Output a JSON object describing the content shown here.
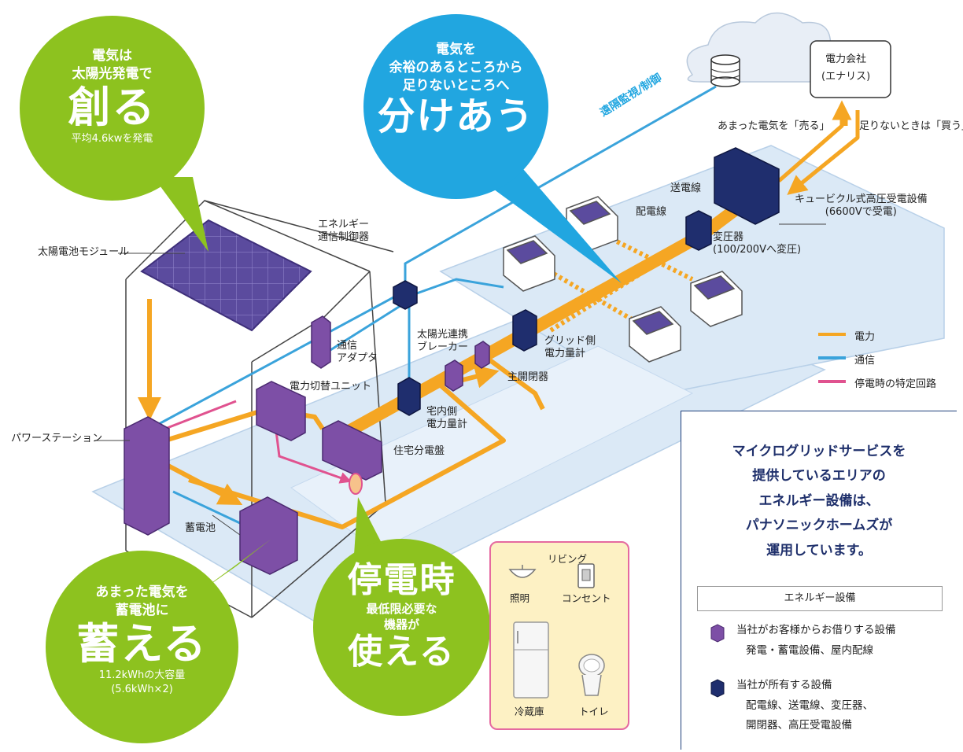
{
  "bubbles": {
    "create": {
      "line1": "電気は",
      "line2": "太陽光発電で",
      "big": "創る",
      "sub": "平均4.6kwを発電"
    },
    "share": {
      "line1": "電気を",
      "line2": "余裕のあるところから",
      "line3": "足りないところへ",
      "big": "分けあう"
    },
    "store": {
      "line1": "あまった電気を",
      "line2": "蓄電池に",
      "big": "蓄える",
      "sub1": "11.2kWhの大容量",
      "sub2": "(5.6kWh×2)"
    },
    "outage": {
      "big1": "停電時",
      "line1": "最低限必要な",
      "line2": "機器が",
      "big2": "使える"
    }
  },
  "labels": {
    "solar_module": "太陽電池モジュール",
    "power_station": "パワーステーション",
    "battery": "蓄電池",
    "comm_adapter_1": "通信",
    "comm_adapter_2": "アダプタ",
    "power_switch_unit": "電力切替ユニット",
    "energy_controller_1": "エネルギー",
    "energy_controller_2": "通信制御器",
    "solar_breaker_1": "太陽光連携",
    "solar_breaker_2": "ブレーカー",
    "main_switch": "主開閉器",
    "grid_meter_1": "グリッド側",
    "grid_meter_2": "電力量計",
    "home_meter_1": "宅内側",
    "home_meter_2": "電力量計",
    "home_panel": "住宅分電盤",
    "distribution_line": "配電線",
    "transmission_line": "送電線",
    "transformer_1": "変圧器",
    "transformer_2": "(100/200Vへ変圧)",
    "cubicle_1": "キュービクル式高圧受電設備",
    "cubicle_2": "(6600Vで受電)",
    "power_company_1": "電力会社",
    "power_company_2": "(エナリス)",
    "remote_monitoring": "遠隔監視/制御",
    "sell": "あまった電気を「売る」",
    "buy": "足りないときは「買う」"
  },
  "legend": {
    "power": "電力",
    "comm": "通信",
    "outage_circuit": "停電時の特定回路"
  },
  "info": {
    "line1": "マイクログリッドサービスを",
    "line2": "提供しているエリアの",
    "line3": "エネルギー設備は、",
    "line4": "パナソニックホームズが",
    "line5": "運用しています。",
    "equipment_title": "エネルギー設備",
    "rented_title": "当社がお客様からお借りする設備",
    "rented_detail": "発電・蓄電設備、屋内配線",
    "owned_title": "当社が所有する設備",
    "owned_detail1": "配電線、送電線、変圧器、",
    "owned_detail2": "開閉器、高圧受電設備"
  },
  "emergency": {
    "living": "リビング",
    "lighting": "照明",
    "outlet": "コンセント",
    "fridge": "冷蔵庫",
    "toilet": "トイレ"
  },
  "colors": {
    "bubble_green": "#8dc21f",
    "bubble_blue": "#21a6e0",
    "power_orange": "#f5a623",
    "comm_blue": "#3aa3db",
    "outage_pink": "#e0528f",
    "rented_purple": "#7d4fa6",
    "owned_navy": "#1f2e6e",
    "ground_blue": "#dbe9f6"
  },
  "icons": [
    "solar-panel-icon",
    "cloud-icon",
    "database-icon",
    "house-icon",
    "ceiling-light-icon",
    "outlet-icon",
    "fridge-icon",
    "toilet-icon",
    "purple-cube-icon",
    "navy-cube-icon"
  ]
}
